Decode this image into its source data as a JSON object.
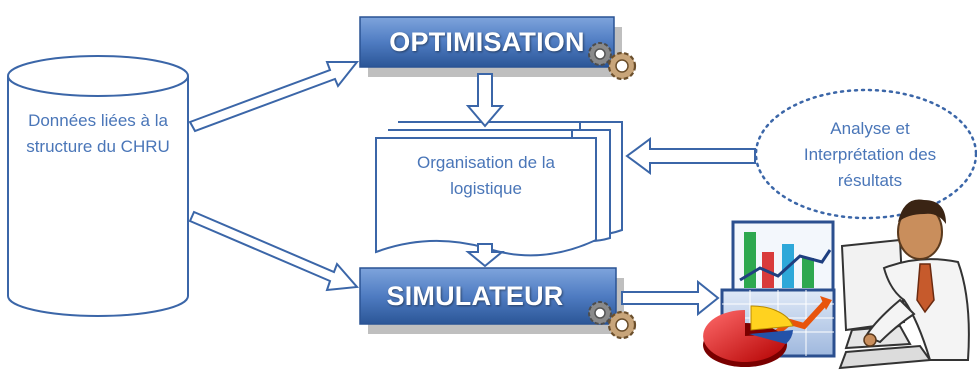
{
  "nodes": {
    "database": {
      "label": "Données liées à la structure du CHRU"
    },
    "optimisation": {
      "label": "OPTIMISATION"
    },
    "organisation": {
      "label": "Organisation de la logistique"
    },
    "simulateur": {
      "label": "SIMULATEUR"
    },
    "analyse": {
      "label": "Analyse et Interprétation des résultats"
    }
  },
  "icons": {
    "gears": "gears-icon",
    "charts": "charts-clipart-icon",
    "person": "person-at-computer-icon"
  },
  "colors": {
    "box_top": "#6f97d3",
    "box_bottom": "#2d5aa0",
    "outline": "#3b66a8",
    "text": "#4a76b8",
    "arrow_fill": "#ffffff"
  }
}
